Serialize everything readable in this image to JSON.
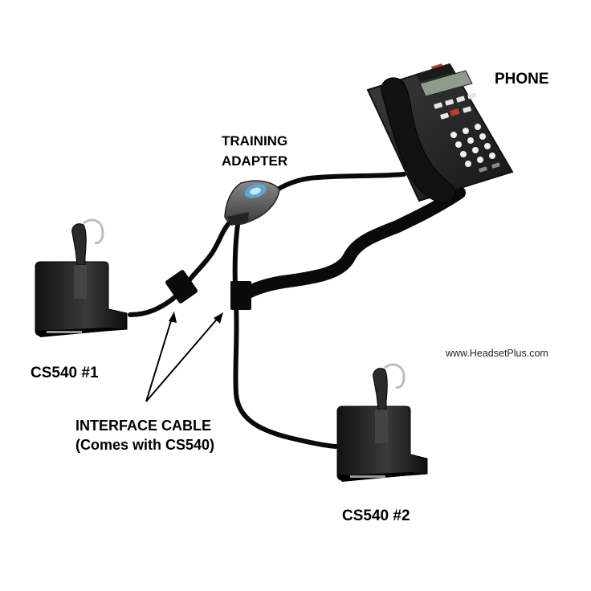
{
  "labels": {
    "phone": "PHONE",
    "adapter_line1": "TRAINING",
    "adapter_line2": "ADAPTER",
    "cs540_1": "CS540 #1",
    "cs540_2": "CS540 #2",
    "interface_line1": "INTERFACE CABLE",
    "interface_line2": "(Comes with CS540)",
    "website": "www.HeadsetPlus.com"
  },
  "colors": {
    "cable": "#0a0a0a",
    "device_body": "#1c1c1c",
    "phone_body": "#2a2a2a",
    "phone_display": "#8f9c8a",
    "adapter_accent": "#5aa7d6",
    "arrow": "#000000"
  },
  "icons": {
    "phone": "desk-phone-icon",
    "adapter": "training-adapter-icon",
    "base1": "headset-base-icon",
    "base2": "headset-base-icon"
  }
}
